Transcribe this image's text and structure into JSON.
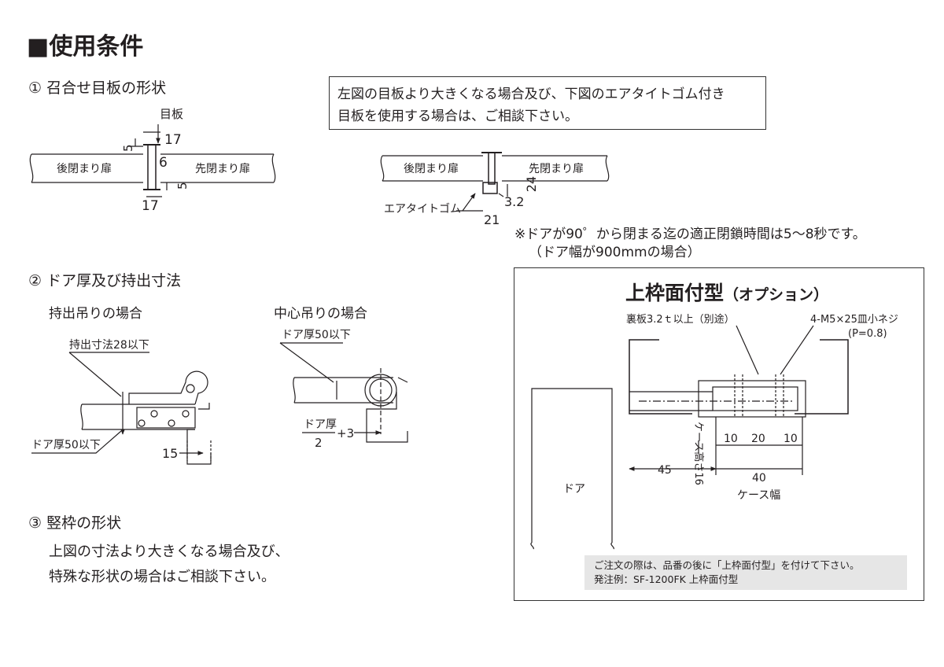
{
  "title": "■使用条件",
  "section1": {
    "heading": "① 召合せ目板の形状",
    "left_diagram": {
      "label_meita": "目板",
      "dim_17_top": "17",
      "dim_5_left": "5",
      "dim_6": "6",
      "dim_5_right": "5",
      "dim_17_bottom": "17",
      "door_left": "後閉まり扉",
      "door_right": "先閉まり扉"
    },
    "note_box": {
      "line1": "左図の目板より大きくなる場合及び、下図のエアタイトゴム付き",
      "line2": "目板を使用する場合は、ご相談下さい。"
    },
    "right_diagram": {
      "door_left": "後閉まり扉",
      "door_right": "先閉まり扉",
      "rubber": "エアタイトゴム",
      "dim_24": "24",
      "dim_3_2": "3.2",
      "dim_21": "21"
    },
    "timing_note": {
      "line1": "※ドアが90゜から閉まる迄の適正閉鎖時間は5～8秒です。",
      "line2": "（ドア幅が900mmの場合）"
    }
  },
  "section2": {
    "heading": "② ドア厚及び持出寸法",
    "offset": {
      "heading": "持出吊りの場合",
      "label_offset": "持出寸法28以下",
      "label_thickness": "ドア厚50以下",
      "dim_15": "15"
    },
    "center": {
      "heading": "中心吊りの場合",
      "label_thickness": "ドア厚50以下",
      "formula_num": "ドア厚",
      "formula_den": "2",
      "formula_plus": "+3"
    }
  },
  "section3": {
    "heading": "③ 竪枠の形状",
    "line1": "上図の寸法より大きくなる場合及び、",
    "line2": "特殊な形状の場合はご相談下さい。"
  },
  "option_panel": {
    "title": "上枠面付型",
    "title_suffix": "（オプション）",
    "backplate": "裏板3.2ｔ以上（別途）",
    "screw": "4-M5×25皿小ネジ",
    "pitch": "(P=0.8)",
    "door": "ドア",
    "case_height": "ケース高さ16",
    "dim_45": "45",
    "dim_10a": "10",
    "dim_20": "20",
    "dim_10b": "10",
    "dim_40": "40",
    "case_width": "ケース幅",
    "order_line1": "ご注文の際は、品番の後に「上枠面付型」を付けて下さい。",
    "order_line2": "発注例：SF-1200FK 上枠面付型"
  }
}
